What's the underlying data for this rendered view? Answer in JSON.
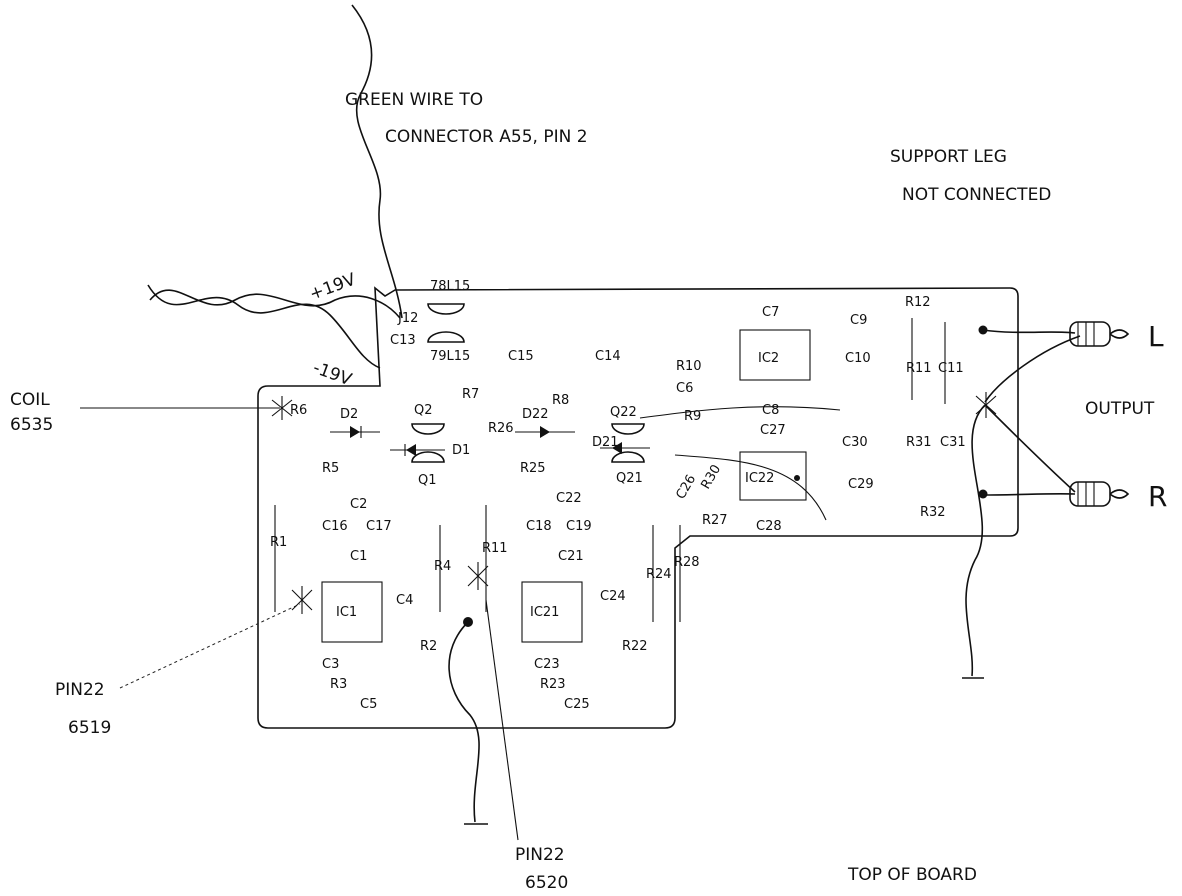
{
  "annotations": {
    "green_wire_1": "GREEN WIRE TO",
    "green_wire_2": "CONNECTOR A55, PIN 2",
    "support_leg_1": "SUPPORT LEG",
    "support_leg_2": "NOT CONNECTED",
    "coil_1": "COIL",
    "coil_2": "6535",
    "pin22_left_1": "PIN22",
    "pin22_left_2": "6519",
    "pin22_bottom_1": "PIN22",
    "pin22_bottom_2": "6520",
    "top_of_board": "TOP OF BOARD",
    "output": "OUTPUT",
    "out_left": "L",
    "out_right": "R",
    "plus19": "+19V",
    "minus19": "-19V"
  },
  "components": {
    "reg_pos": "78L15",
    "reg_neg": "79L15",
    "j12": "J12",
    "c13": "C13",
    "c15": "C15",
    "c14": "C14",
    "c7": "C7",
    "c9": "C9",
    "r12": "R12",
    "ic2": "IC2",
    "c10": "C10",
    "r11": "R11",
    "c11": "C11",
    "r10": "R10",
    "c6": "C6",
    "r7": "R7",
    "r8": "R8",
    "r9": "R9",
    "c8": "C8",
    "c27": "C27",
    "r6": "R6",
    "d2": "D2",
    "q2": "Q2",
    "d1": "D1",
    "q1": "Q1",
    "r26": "R26",
    "d22": "D22",
    "q22": "Q22",
    "d21": "D21",
    "q21": "Q21",
    "ic22": "IC22",
    "c30": "C30",
    "c29": "C29",
    "r31": "R31",
    "c31": "C31",
    "r32": "R32",
    "r5": "R5",
    "r25": "R25",
    "c26": "C26",
    "r30": "R30",
    "r27": "R27",
    "c28": "C28",
    "c2": "C2",
    "c16": "C16",
    "c17": "C17",
    "c1": "C1",
    "r1": "R1",
    "r4": "R4",
    "r11b": "R11",
    "c22": "C22",
    "c18": "C18",
    "c19": "C19",
    "c21": "C21",
    "r24": "R24",
    "r28": "R28",
    "ic1": "IC1",
    "c4": "C4",
    "ic21": "IC21",
    "c24": "C24",
    "c3": "C3",
    "r2": "R2",
    "r3": "R3",
    "c5": "C5",
    "c23": "C23",
    "r22": "R22",
    "r23": "R23",
    "c25": "C25"
  }
}
